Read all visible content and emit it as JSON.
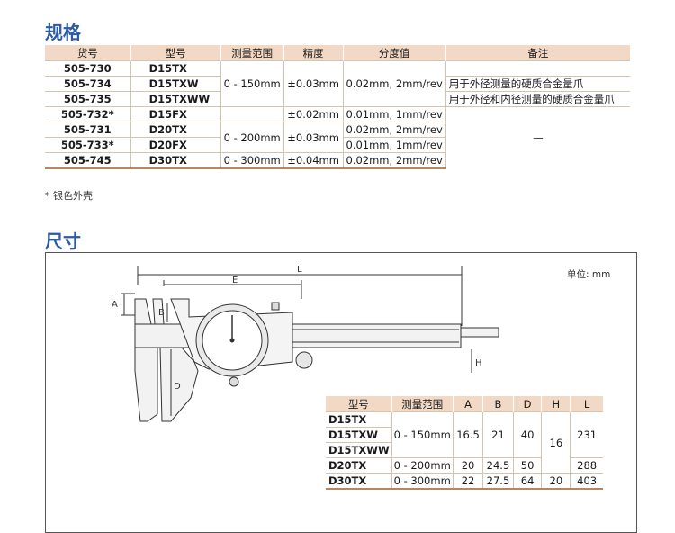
{
  "spec_title": "规格",
  "spec": {
    "headers": [
      "货号",
      "型号",
      "测量范围",
      "精度",
      "分度值",
      "备注"
    ],
    "codes": [
      "505-730",
      "505-734",
      "505-735",
      "505-732*",
      "505-731",
      "505-733*",
      "505-745"
    ],
    "models": [
      "D15TX",
      "D15TXW",
      "D15TXWW",
      "D15FX",
      "D20TX",
      "D20FX",
      "D30TX"
    ],
    "range_150": "0 - 150mm",
    "range_200": "0 - 200mm",
    "range_300": "0 - 300mm",
    "acc_003": "±0.03mm",
    "acc_002": "±0.02mm",
    "acc_003b": "±0.03mm",
    "acc_004": "±0.04mm",
    "grad_002": "0.02mm, 2mm/rev",
    "grad_001": "0.01mm, 1mm/rev",
    "grad_002b": "0.02mm, 2mm/rev",
    "grad_001b": "0.01mm, 1mm/rev",
    "grad_002c": "0.02mm, 2mm/rev",
    "note_1": "用于外径测量的硬质合金量爪",
    "note_2": "用于外径和内径测量的硬质合金量爪",
    "note_dash": "—"
  },
  "footnote": "* 银色外壳",
  "dim_title": "尺寸",
  "unit": "单位: mm",
  "drawing_labels": {
    "L": "L",
    "E": "E",
    "A": "A",
    "B": "B",
    "D": "D",
    "H": "H"
  },
  "dim": {
    "headers": [
      "型号",
      "测量范围",
      "A",
      "B",
      "D",
      "H",
      "L"
    ],
    "models": [
      "D15TX",
      "D15TXW",
      "D15TXWW",
      "D20TX",
      "D30TX"
    ],
    "r150": "0 - 150mm",
    "r200": "0 - 200mm",
    "r300": "0 - 300mm",
    "a1": "16.5",
    "b1": "21",
    "d1": "40",
    "h1": "16",
    "l1": "231",
    "a2": "20",
    "b2": "24.5",
    "d2": "50",
    "l2": "288",
    "a3": "22",
    "b3": "27.5",
    "d3": "64",
    "h3": "20",
    "l3": "403"
  },
  "colors": {
    "title": "#2b5aa8",
    "header_bg": "#f1d9c5",
    "rule": "#b98460"
  }
}
